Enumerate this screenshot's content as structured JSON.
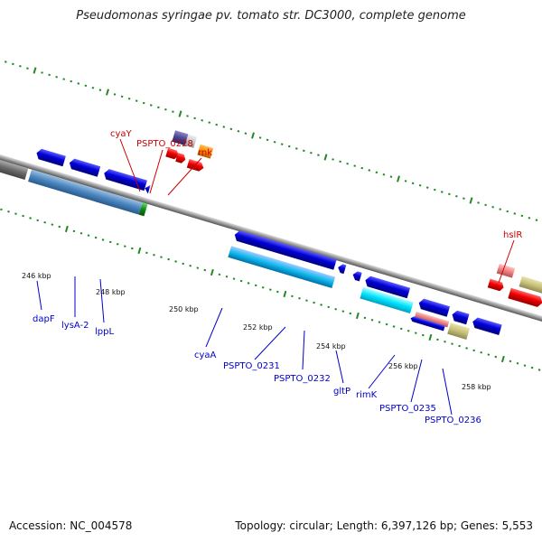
{
  "title": "Pseudomonas syringae pv. tomato str. DC3000, complete genome",
  "accession": "Accession: NC_004578",
  "topology": "Topology: circular; Length: 6,397,126 bp; Genes: 5,553",
  "colors": {
    "label_forward": "#cc0000",
    "label_reverse": "#0000cc",
    "backbone": "#888888",
    "tick": "#228822"
  },
  "scale": {
    "ticks": [
      "246 kbp",
      "248 kbp",
      "250 kbp",
      "252 kbp",
      "254 kbp",
      "256 kbp",
      "258 kbp"
    ]
  },
  "labels_forward": [
    "cyaY",
    "PSPTO_0228",
    "rnk",
    "hslR"
  ],
  "labels_reverse": [
    "dapF",
    "lysA-2",
    "lppL",
    "cyaA",
    "PSPTO_0231",
    "PSPTO_0232",
    "gltP",
    "rimK",
    "PSPTO_0235",
    "PSPTO_0236"
  ]
}
